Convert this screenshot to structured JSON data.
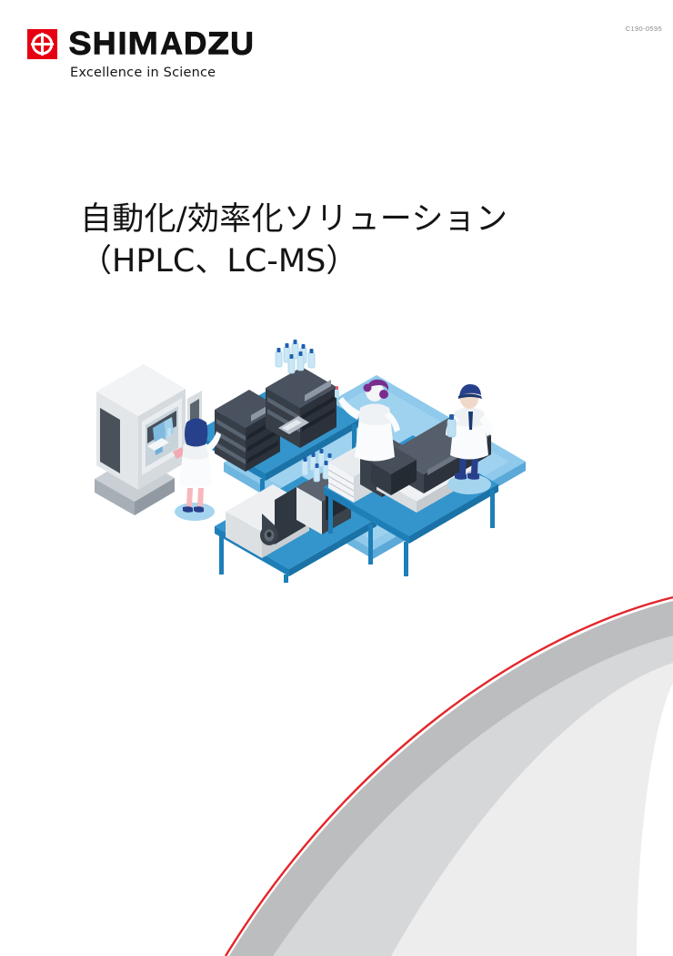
{
  "document": {
    "code": "C190-0595",
    "language": "ja"
  },
  "header": {
    "brand_name": "SHIMADZU",
    "tagline": "Excellence in Science",
    "logo_mark_icon": "shimadzu-circle-cross-icon",
    "brand_red": "#E60012"
  },
  "title": {
    "line1": "自動化/効率化ソリューション",
    "line2": "（HPLC、LC-MS）"
  },
  "illustration": {
    "name": "isometric-laboratory-automation-scene",
    "alt": "Isometric laboratory with HPLC and LC-MS instruments, robotic sample handler and three scientists",
    "colors": {
      "floor_top": "#8FC9EB",
      "floor_side": "#6FB6DF",
      "floor_edge": "#5AA9D8",
      "bench_top": "#3395CC",
      "bench_side": "#1E7FB8",
      "bench_leg": "#1E7FB8",
      "instrument_dark": "#3C4450",
      "instrument_darker": "#2B323C",
      "instrument_light": "#E9ECEE",
      "instrument_grey": "#C7CDD2",
      "bottle_blue": "#BEE0F2",
      "bottle_cap": "#1F5FAE",
      "coat_white": "#FAFBFC",
      "coat_shadow": "#E3E7EB",
      "hair_navy": "#27408B",
      "hair_purple": "#7B2D8E",
      "skin_pink": "#F6B8BC"
    },
    "figures": [
      {
        "name": "scientist-at-robot-enclosure",
        "hair": "navy",
        "pose": "operating touch panel"
      },
      {
        "name": "scientist-holding-vial",
        "hair": "purple",
        "pose": "raising sample vial"
      },
      {
        "name": "scientist-with-bottle",
        "hair": "navy cap",
        "pose": "carrying solvent bottle"
      }
    ],
    "instruments": [
      {
        "name": "robotic-sample-handler-enclosure"
      },
      {
        "name": "hplc-stack-left"
      },
      {
        "name": "hplc-stack-right-with-solvent-bottles"
      },
      {
        "name": "lc-ms-mass-spectrometer"
      },
      {
        "name": "autosampler-with-solvent-bottles"
      },
      {
        "name": "bench-instrument-front"
      },
      {
        "name": "sample-tray-stack"
      }
    ]
  },
  "decoration": {
    "swoosh_name": "shimadzu-ribbon-swoosh",
    "red_line": "#E3262B",
    "band_dark": "#BCBDBF",
    "band_mid": "#D6D7D9",
    "band_light": "#EDEDEE"
  }
}
